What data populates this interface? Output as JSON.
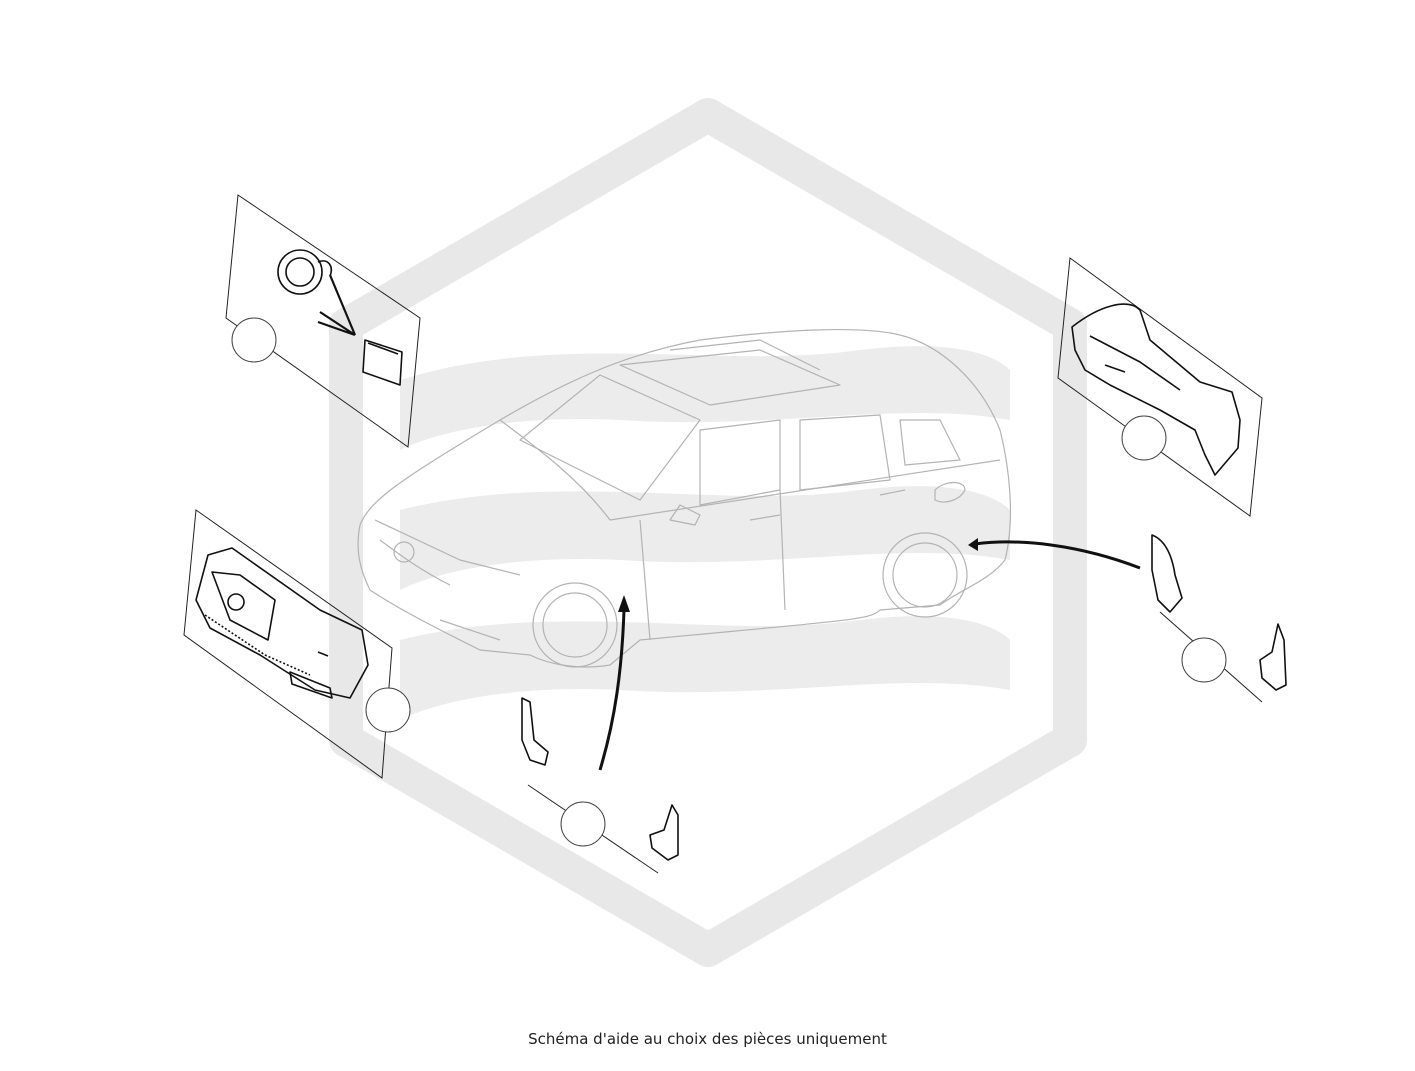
{
  "caption": "Schéma d'aide au choix des pièces uniquement",
  "colors": {
    "watermark": "#e8e8e8",
    "car_outline": "#b3b3b3",
    "part_outline": "#111111"
  },
  "icons": {
    "watermark": "hexagon-logo-watermark",
    "vehicle": "car-outline-icon"
  },
  "part_groups": [
    {
      "name": "parking-sensor-kit"
    },
    {
      "name": "front-bumper"
    },
    {
      "name": "front-mudflaps"
    },
    {
      "name": "rear-bumper"
    },
    {
      "name": "rear-mudflaps"
    }
  ]
}
